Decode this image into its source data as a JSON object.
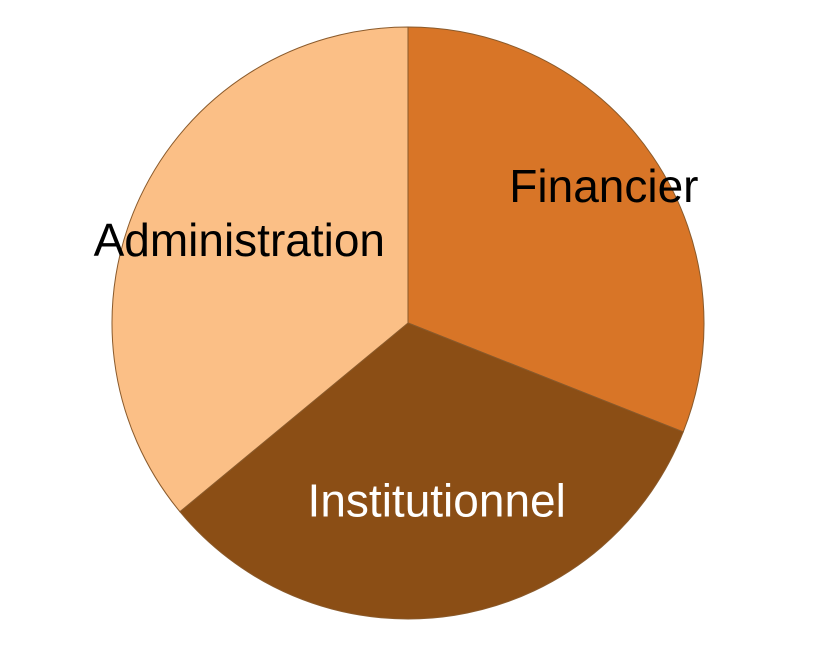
{
  "chart_data": {
    "type": "pie",
    "slices": [
      {
        "label": "Financier",
        "value": 31,
        "color": "#D87527",
        "label_color": "#000000"
      },
      {
        "label": "Institutionnel",
        "value": 33,
        "color": "#8B4E15",
        "label_color": "#FFFFFF"
      },
      {
        "label": "Administration",
        "value": 36,
        "color": "#FBBF86",
        "label_color": "#000000"
      }
    ]
  }
}
